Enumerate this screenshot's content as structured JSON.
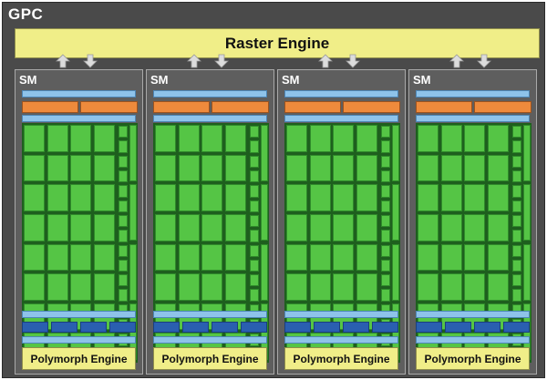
{
  "gpc": {
    "label": "GPC"
  },
  "raster_engine": {
    "label": "Raster Engine"
  },
  "sms": [
    {
      "label": "SM",
      "polymorph_label": "Polymorph Engine"
    },
    {
      "label": "SM",
      "polymorph_label": "Polymorph Engine"
    },
    {
      "label": "SM",
      "polymorph_label": "Polymorph Engine"
    },
    {
      "label": "SM",
      "polymorph_label": "Polymorph Engine"
    }
  ],
  "colors": {
    "gpc_background": "#4a4a4a",
    "sm_background": "#5e5e5e",
    "engine_yellow": "#f0ee88",
    "cache_blue": "#8ec3ea",
    "scheduler_orange": "#ee8a3c",
    "core_green": "#55c545",
    "ldst_blue": "#2a5fb0"
  }
}
